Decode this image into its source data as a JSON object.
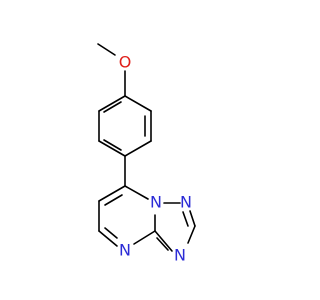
{
  "molecule": {
    "atoms": {
      "o": "O",
      "n1": "N",
      "n2": "N",
      "n3": "N",
      "n4": "N"
    },
    "colors": {
      "bond": "#000000",
      "oxygen": "#e0201b",
      "nitrogen": "#2b2bd6",
      "background": "#ffffff"
    }
  }
}
